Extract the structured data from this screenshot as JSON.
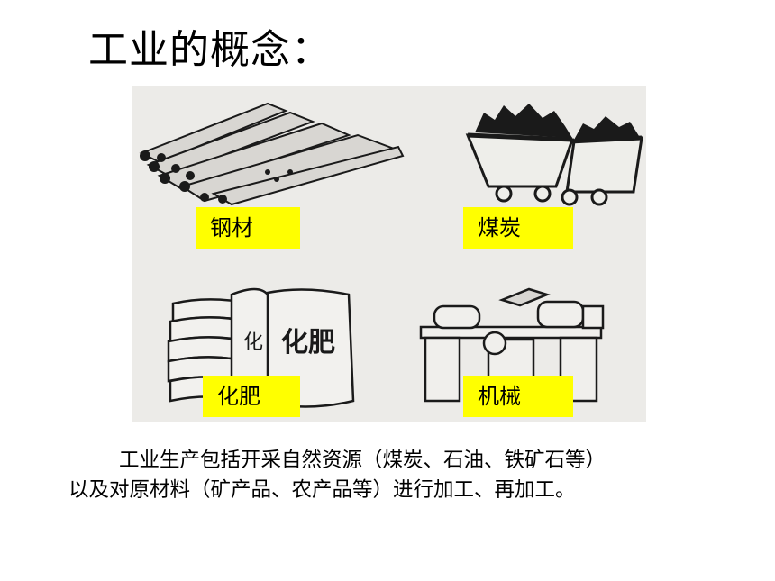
{
  "slide": {
    "title": "工业的概念："
  },
  "figure": {
    "labels": {
      "steel": "钢材",
      "coal": "煤炭",
      "fertilizer": "化肥",
      "machinery": "机械"
    },
    "bag_print": "化肥",
    "bag_print_small": "化",
    "icons": [
      "steel-bars-icon",
      "coal-carts-icon",
      "fertilizer-bags-icon",
      "machine-icon"
    ]
  },
  "text": {
    "line1": "工业生产包括开采自然资源（煤炭、石油、铁矿石等）",
    "line2": "以及对原材料（矿产品、农产品等）进行加工、再加工。"
  }
}
